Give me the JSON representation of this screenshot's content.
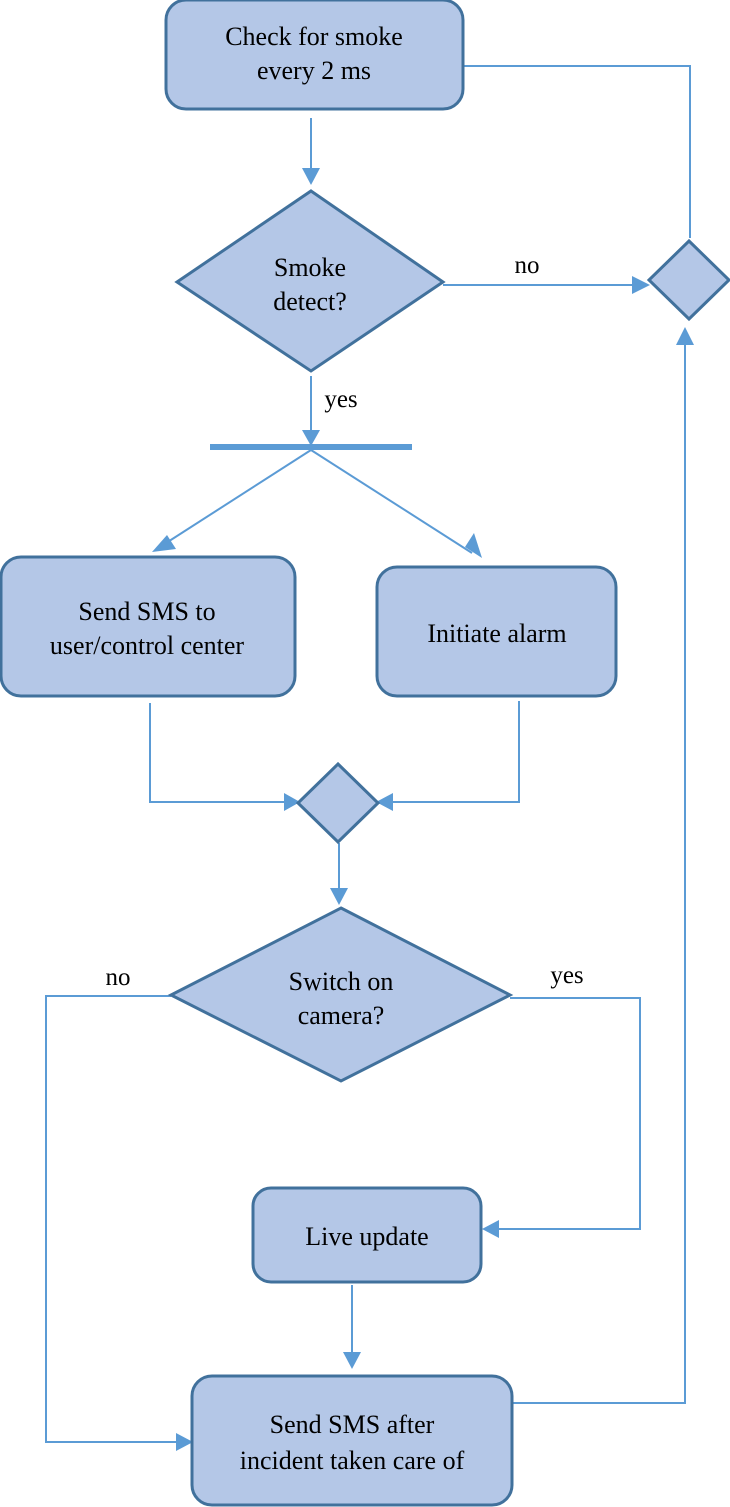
{
  "diagram": {
    "nodes": {
      "check_smoke": {
        "lines": [
          "Check for smoke",
          "every 2 ms"
        ]
      },
      "smoke_detect": {
        "lines": [
          "Smoke",
          "detect?"
        ]
      },
      "send_sms_user": {
        "lines": [
          "Send SMS to",
          "user/control center"
        ]
      },
      "initiate_alarm": {
        "lines": [
          "Initiate alarm"
        ]
      },
      "switch_camera": {
        "lines": [
          "Switch on",
          "camera?"
        ]
      },
      "live_update": {
        "lines": [
          "Live update"
        ]
      },
      "send_sms_after": {
        "lines": [
          "Send SMS after",
          "incident taken care of"
        ]
      }
    },
    "edge_labels": {
      "smoke_no": "no",
      "smoke_yes": "yes",
      "camera_no": "no",
      "camera_yes": "yes"
    },
    "colors": {
      "node_fill": "#b4c7e7",
      "node_stroke": "#41719c",
      "edge": "#5b9bd5"
    }
  }
}
